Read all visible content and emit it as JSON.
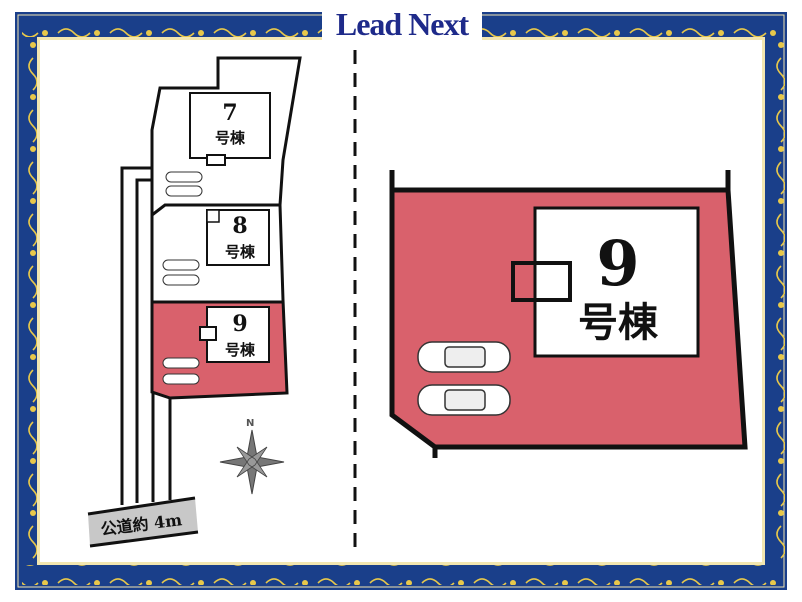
{
  "brand": "Lead Next",
  "site_plan": {
    "lots": [
      {
        "number": "7",
        "suffix": "号棟"
      },
      {
        "number": "8",
        "suffix": "号棟"
      },
      {
        "number": "9",
        "suffix": "号棟",
        "highlighted": true
      }
    ],
    "road_label": "公道約 4m",
    "compass_label": "N"
  },
  "detail": {
    "number": "9",
    "suffix": "号棟"
  },
  "colors": {
    "border": "#1a3f8a",
    "ornament": "#e8c84a",
    "highlight": "#d9616c",
    "brand": "#1e2a8a"
  }
}
